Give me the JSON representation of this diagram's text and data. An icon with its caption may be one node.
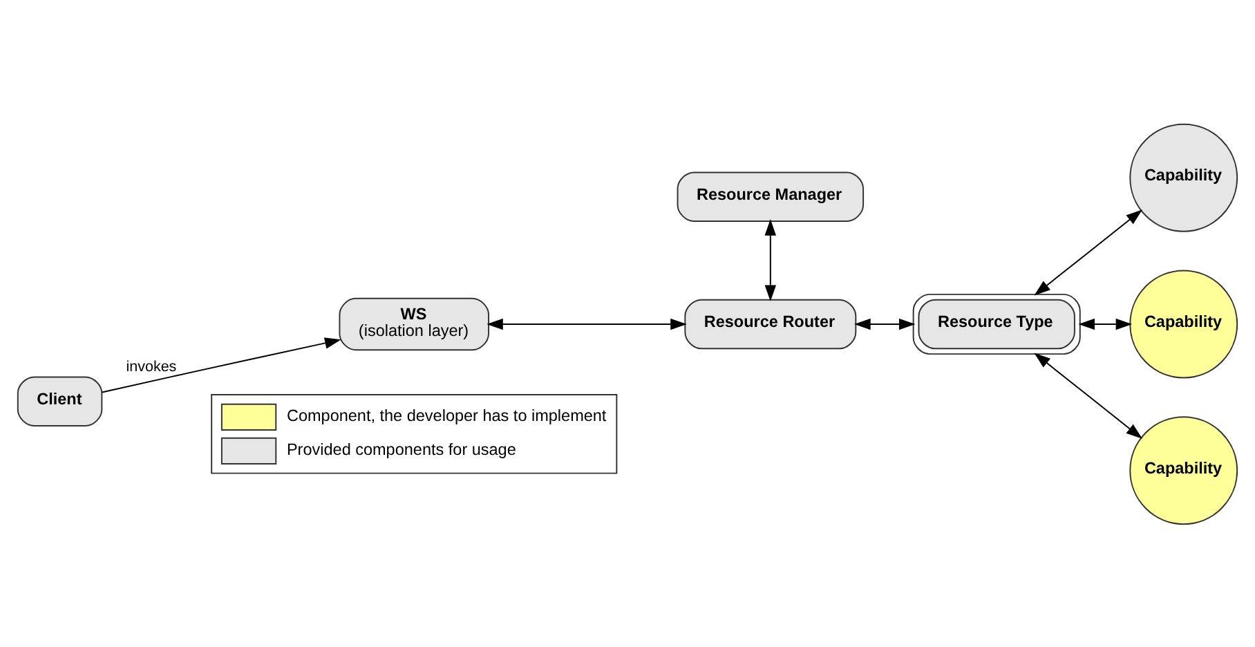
{
  "diagram": {
    "nodes": [
      {
        "text": [
          "Client"
        ]
      },
      {
        "text": [
          "WS",
          "(isolation layer)"
        ]
      },
      {
        "text": [
          "Resource Manager"
        ]
      },
      {
        "text": [
          "Resource Router"
        ]
      },
      {
        "text": [
          "Resource Type"
        ]
      },
      {
        "text": [
          "Capability"
        ]
      },
      {
        "text": [
          "Capability"
        ]
      },
      {
        "text": [
          "Capability"
        ]
      }
    ],
    "edges": [
      {
        "from": 0,
        "to": 1,
        "arrow": "to",
        "label": "invokes"
      },
      {
        "from": 1,
        "to": 3,
        "arrow": "both"
      },
      {
        "from": 2,
        "to": 3,
        "arrow": "both"
      },
      {
        "from": 3,
        "to": 4,
        "arrow": "both"
      },
      {
        "from": 4,
        "to": 5,
        "arrow": "both"
      },
      {
        "from": 4,
        "to": 6,
        "arrow": "both"
      },
      {
        "from": 4,
        "to": 7,
        "arrow": "both"
      }
    ],
    "legend": [
      {
        "text": "Component, the developer has to implement",
        "color": "#ffff99"
      },
      {
        "text": "Provided components for usage",
        "color": "#e6e6e6"
      }
    ]
  }
}
